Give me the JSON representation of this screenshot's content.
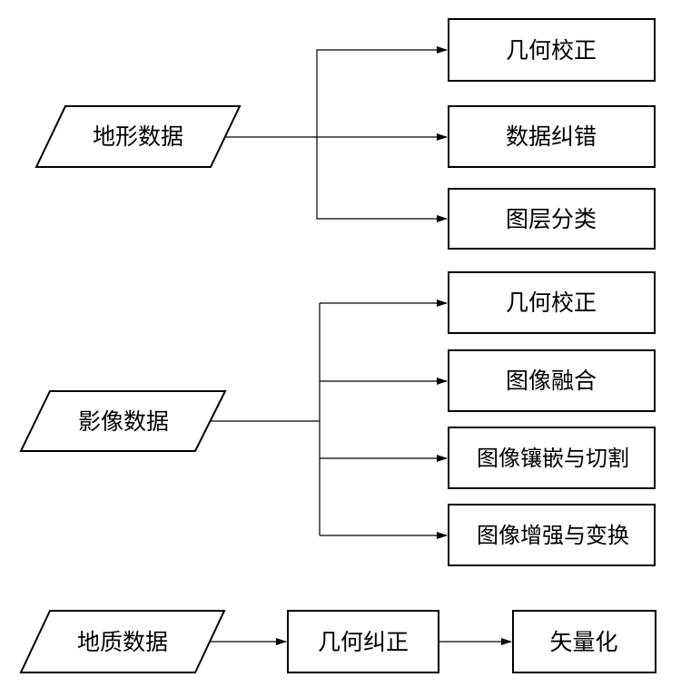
{
  "terrain": {
    "source": "地形数据",
    "steps": [
      "几何校正",
      "数据纠错",
      "图层分类"
    ]
  },
  "imagery": {
    "source": "影像数据",
    "steps": [
      "几何校正",
      "图像融合",
      "图像镶嵌与切割",
      "图像增强与变换"
    ]
  },
  "geology": {
    "source": "地质数据",
    "step1": "几何纠正",
    "step2": "矢量化"
  }
}
